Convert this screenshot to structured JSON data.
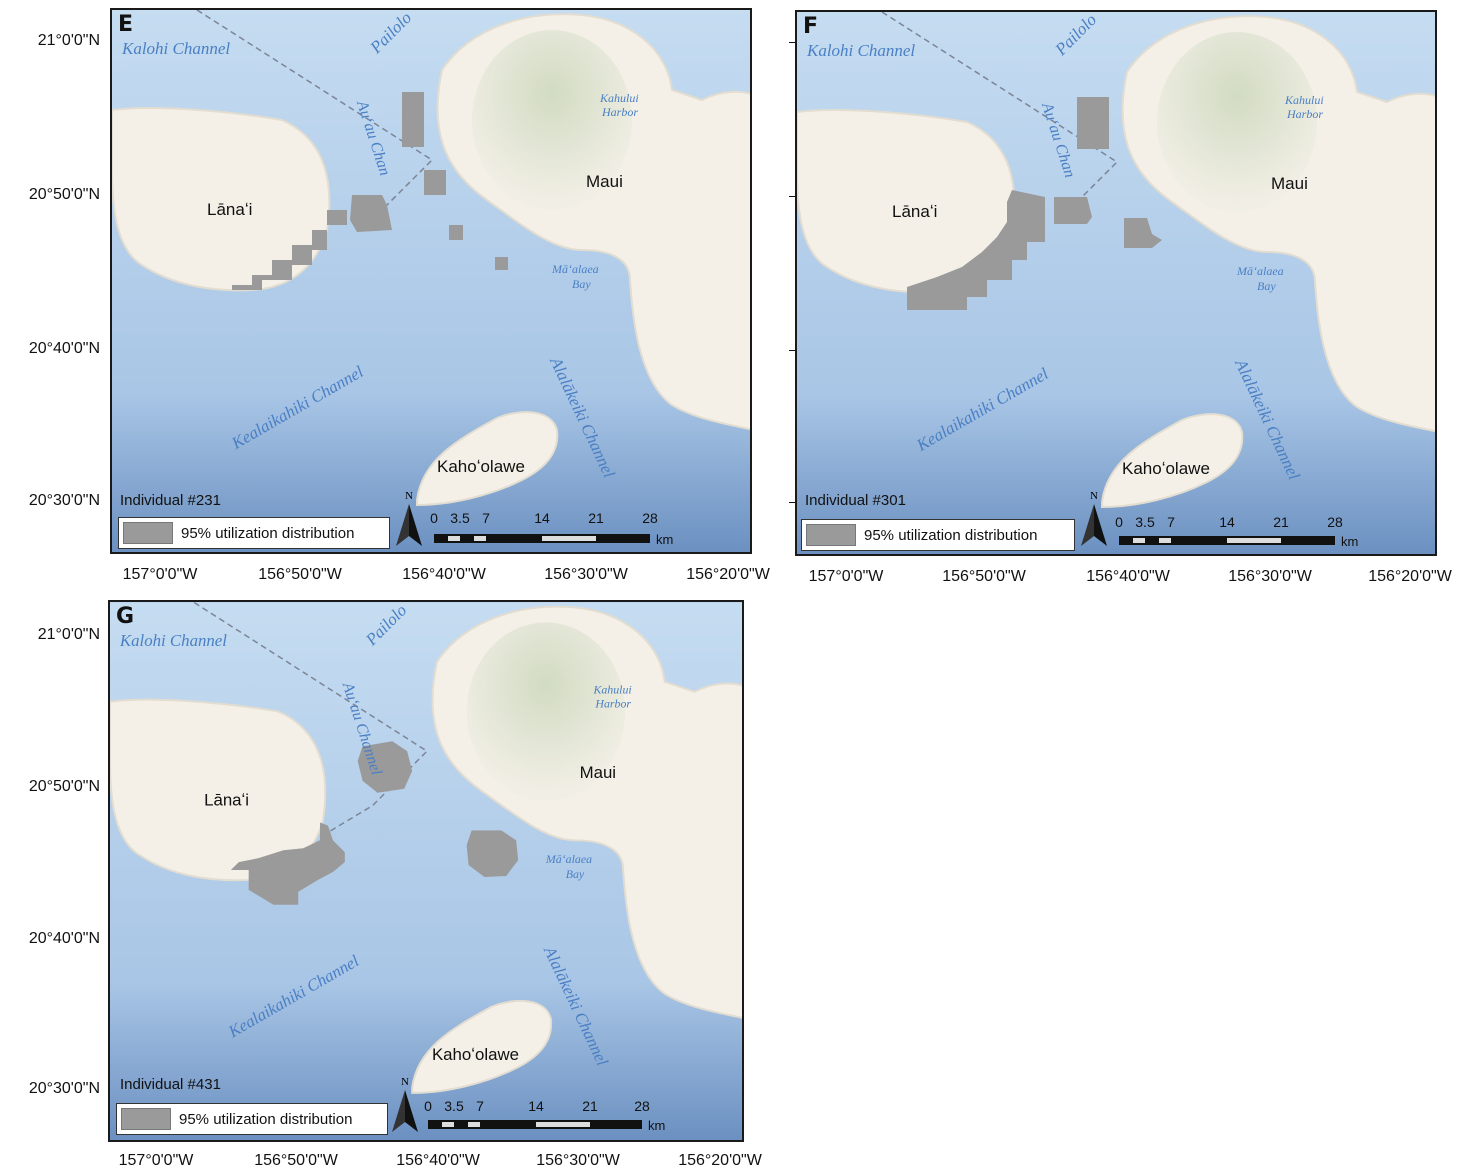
{
  "panels": [
    {
      "label": "E",
      "individual": "Individual #231",
      "lat_labels": [
        "21°0'0\"N",
        "20°50'0\"N",
        "20°40'0\"N",
        "20°30'0\"N"
      ],
      "lon_labels": [
        "157°0'0\"W",
        "156°50'0\"W",
        "156°40'0\"W",
        "156°30'0\"W",
        "156°20'0\"W"
      ]
    },
    {
      "label": "F",
      "individual": "Individual #301",
      "lat_labels": [],
      "lon_labels": [
        "157°0'0\"W",
        "156°50'0\"W",
        "156°40'0\"W",
        "156°30'0\"W",
        "156°20'0\"W"
      ]
    },
    {
      "label": "G",
      "individual": "Individual #431",
      "lat_labels": [
        "21°0'0\"N",
        "20°50'0\"N",
        "20°40'0\"N",
        "20°30'0\"N"
      ],
      "lon_labels": [
        "157°0'0\"W",
        "156°50'0\"W",
        "156°40'0\"W",
        "156°30'0\"W",
        "156°20'0\"W"
      ]
    }
  ],
  "legend": {
    "label": "95% utilization distribution",
    "swatch_color": "#9a9a9a"
  },
  "north_arrow": "N",
  "scale_bar": {
    "ticks": [
      "0",
      "3.5",
      "7",
      "14",
      "21",
      "28"
    ],
    "unit": "km"
  },
  "place_names": {
    "lanai": "Lānaʻi",
    "maui": "Maui",
    "kahoolawe": "Kahoʻolawe",
    "kalohi": "Kalohi Channel",
    "pailolo": "Pailolo",
    "auau": "Auʻau Chan",
    "auau_g": "Auʻau Channel",
    "kahului": "Kahului",
    "harbor": "Harbor",
    "maalaea": "Māʻalaea",
    "bay": "Bay",
    "kealaikahiki": "Kealaikahiki Channel",
    "alalakeiki": "Alalākeiki Channel"
  },
  "colors": {
    "ocean": "#b5d0ec",
    "land": "#f4f0e8",
    "uda": "#9a9a9a",
    "label_blue": "#4a7fc4"
  }
}
